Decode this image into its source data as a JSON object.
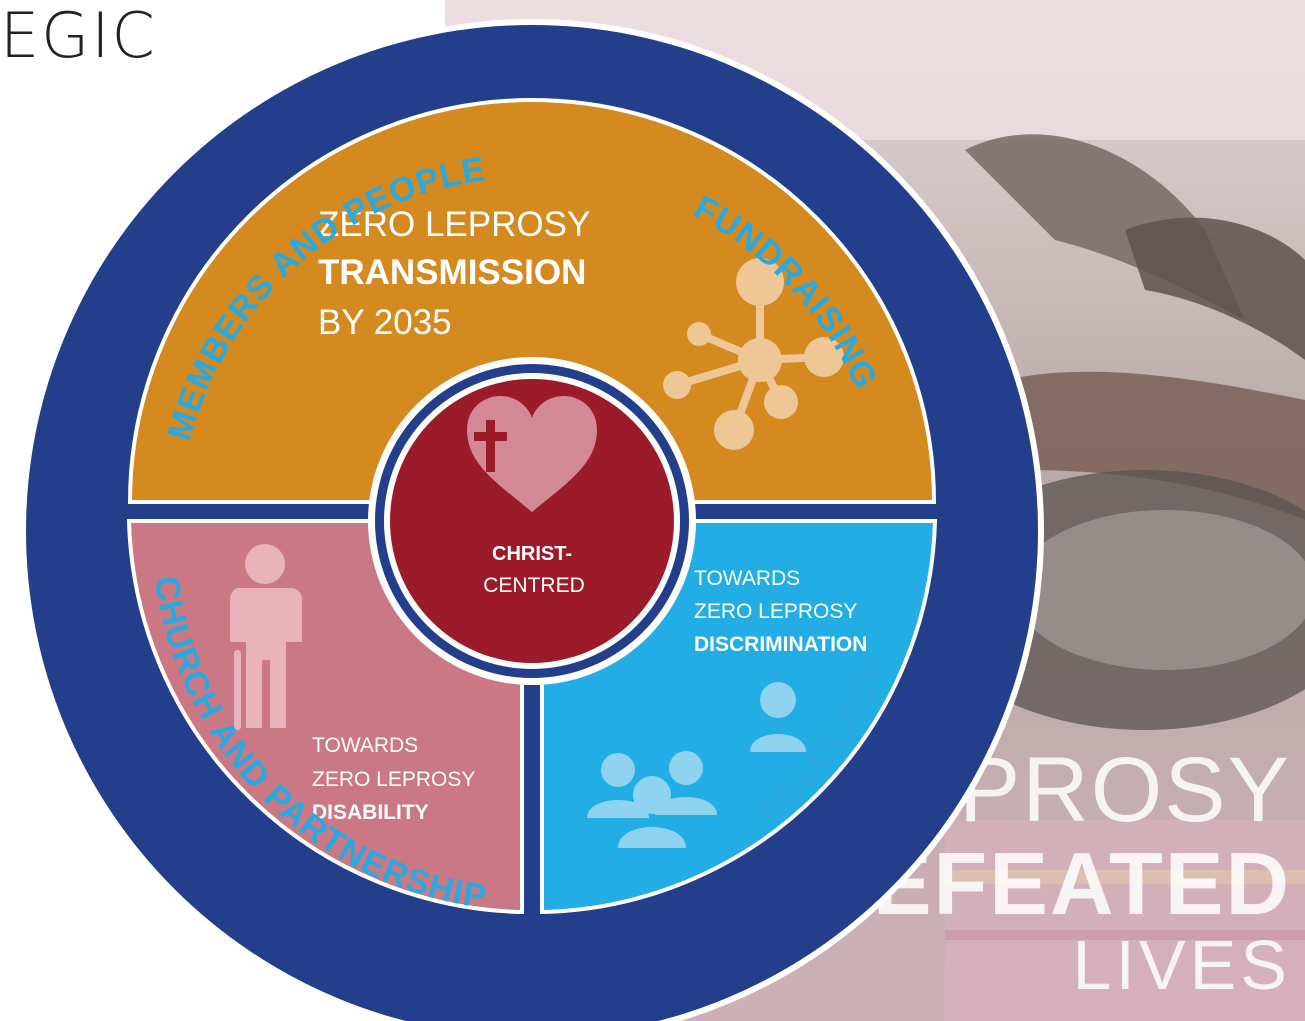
{
  "page": {
    "partial_heading": "EGIC",
    "background_text": {
      "line1": "LEPROSY",
      "line2": "DEFEATED",
      "line3": "LIVES"
    }
  },
  "ring_labels": {
    "top_left": "MEMBERS AND PEOPLE",
    "top_right": "FUNDRAISING",
    "bottom_left": "CHURCH AND PARTNERSHIP",
    "bottom_right": "ADVOCACY"
  },
  "segments": {
    "transmission": {
      "line1": "ZERO LEPROSY",
      "line2": "TRANSMISSION",
      "line3": "BY 2035",
      "icon": "network-icon",
      "color": "#d58a20"
    },
    "disability": {
      "line1": "TOWARDS",
      "line2": "ZERO LEPROSY",
      "line3": "DISABILITY",
      "icon": "person-with-cane-icon",
      "color": "#c97884"
    },
    "discrimination": {
      "line1": "TOWARDS",
      "line2": "ZERO LEPROSY",
      "line3": "DISCRIMINATION",
      "icon": "people-group-icon",
      "color": "#22aee4"
    }
  },
  "center": {
    "line1": "CHRIST-",
    "line2": "CENTRED",
    "icon": "heart-cross-icon",
    "color": "#9c1b2a"
  },
  "colors": {
    "ring": "#233e8a",
    "ring_label": "#29a9e0"
  }
}
